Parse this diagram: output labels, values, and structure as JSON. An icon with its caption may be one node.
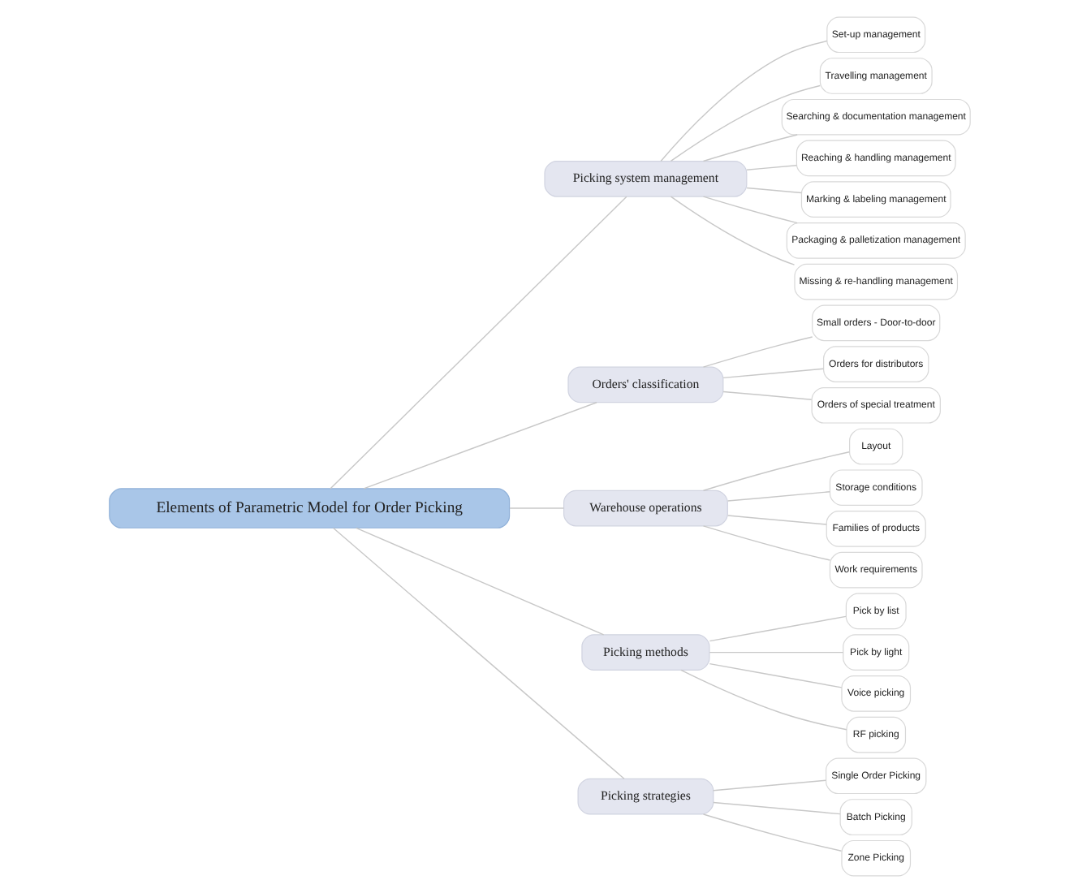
{
  "diagram": {
    "nodes": [
      {
        "text": [
          "Elements of Parametric Model for Order Picking"
        ]
      },
      {
        "text": [
          "Picking system management"
        ]
      },
      {
        "text": [
          "Set-up management"
        ]
      },
      {
        "text": [
          "Travelling management"
        ]
      },
      {
        "text": [
          "Searching & documentation management"
        ]
      },
      {
        "text": [
          "Reaching & handling management"
        ]
      },
      {
        "text": [
          "Marking & labeling management"
        ]
      },
      {
        "text": [
          "Packaging & palletization management"
        ]
      },
      {
        "text": [
          "Missing & re-handling management"
        ]
      },
      {
        "text": [
          "Orders' classification"
        ]
      },
      {
        "text": [
          "Small orders - Door-to-door"
        ]
      },
      {
        "text": [
          "Orders for distributors"
        ]
      },
      {
        "text": [
          "Orders of special treatment"
        ]
      },
      {
        "text": [
          "Warehouse operations"
        ]
      },
      {
        "text": [
          "Layout"
        ]
      },
      {
        "text": [
          "Storage conditions"
        ]
      },
      {
        "text": [
          "Families of products"
        ]
      },
      {
        "text": [
          "Work requirements"
        ]
      },
      {
        "text": [
          "Picking methods"
        ]
      },
      {
        "text": [
          "Pick by list"
        ]
      },
      {
        "text": [
          "Pick by light"
        ]
      },
      {
        "text": [
          "Voice picking"
        ]
      },
      {
        "text": [
          "RF picking"
        ]
      },
      {
        "text": [
          "Picking strategies"
        ]
      },
      {
        "text": [
          "Single Order Picking"
        ]
      },
      {
        "text": [
          "Batch Picking"
        ]
      },
      {
        "text": [
          "Zone Picking"
        ]
      }
    ],
    "edges": [
      {
        "from": 0,
        "to": 1,
        "arrow": "none"
      },
      {
        "from": 1,
        "to": 2,
        "arrow": "none"
      },
      {
        "from": 1,
        "to": 3,
        "arrow": "none"
      },
      {
        "from": 1,
        "to": 4,
        "arrow": "none"
      },
      {
        "from": 1,
        "to": 5,
        "arrow": "none"
      },
      {
        "from": 1,
        "to": 6,
        "arrow": "none"
      },
      {
        "from": 1,
        "to": 7,
        "arrow": "none"
      },
      {
        "from": 1,
        "to": 8,
        "arrow": "none"
      },
      {
        "from": 0,
        "to": 9,
        "arrow": "none"
      },
      {
        "from": 9,
        "to": 10,
        "arrow": "none"
      },
      {
        "from": 9,
        "to": 11,
        "arrow": "none"
      },
      {
        "from": 9,
        "to": 12,
        "arrow": "none"
      },
      {
        "from": 0,
        "to": 13,
        "arrow": "none"
      },
      {
        "from": 13,
        "to": 14,
        "arrow": "none"
      },
      {
        "from": 13,
        "to": 15,
        "arrow": "none"
      },
      {
        "from": 13,
        "to": 16,
        "arrow": "none"
      },
      {
        "from": 13,
        "to": 17,
        "arrow": "none"
      },
      {
        "from": 0,
        "to": 18,
        "arrow": "none"
      },
      {
        "from": 18,
        "to": 19,
        "arrow": "none"
      },
      {
        "from": 18,
        "to": 20,
        "arrow": "none"
      },
      {
        "from": 18,
        "to": 21,
        "arrow": "none"
      },
      {
        "from": 18,
        "to": 22,
        "arrow": "none"
      },
      {
        "from": 0,
        "to": 23,
        "arrow": "none"
      },
      {
        "from": 23,
        "to": 24,
        "arrow": "none"
      },
      {
        "from": 23,
        "to": 25,
        "arrow": "none"
      },
      {
        "from": 23,
        "to": 26,
        "arrow": "none"
      }
    ]
  }
}
